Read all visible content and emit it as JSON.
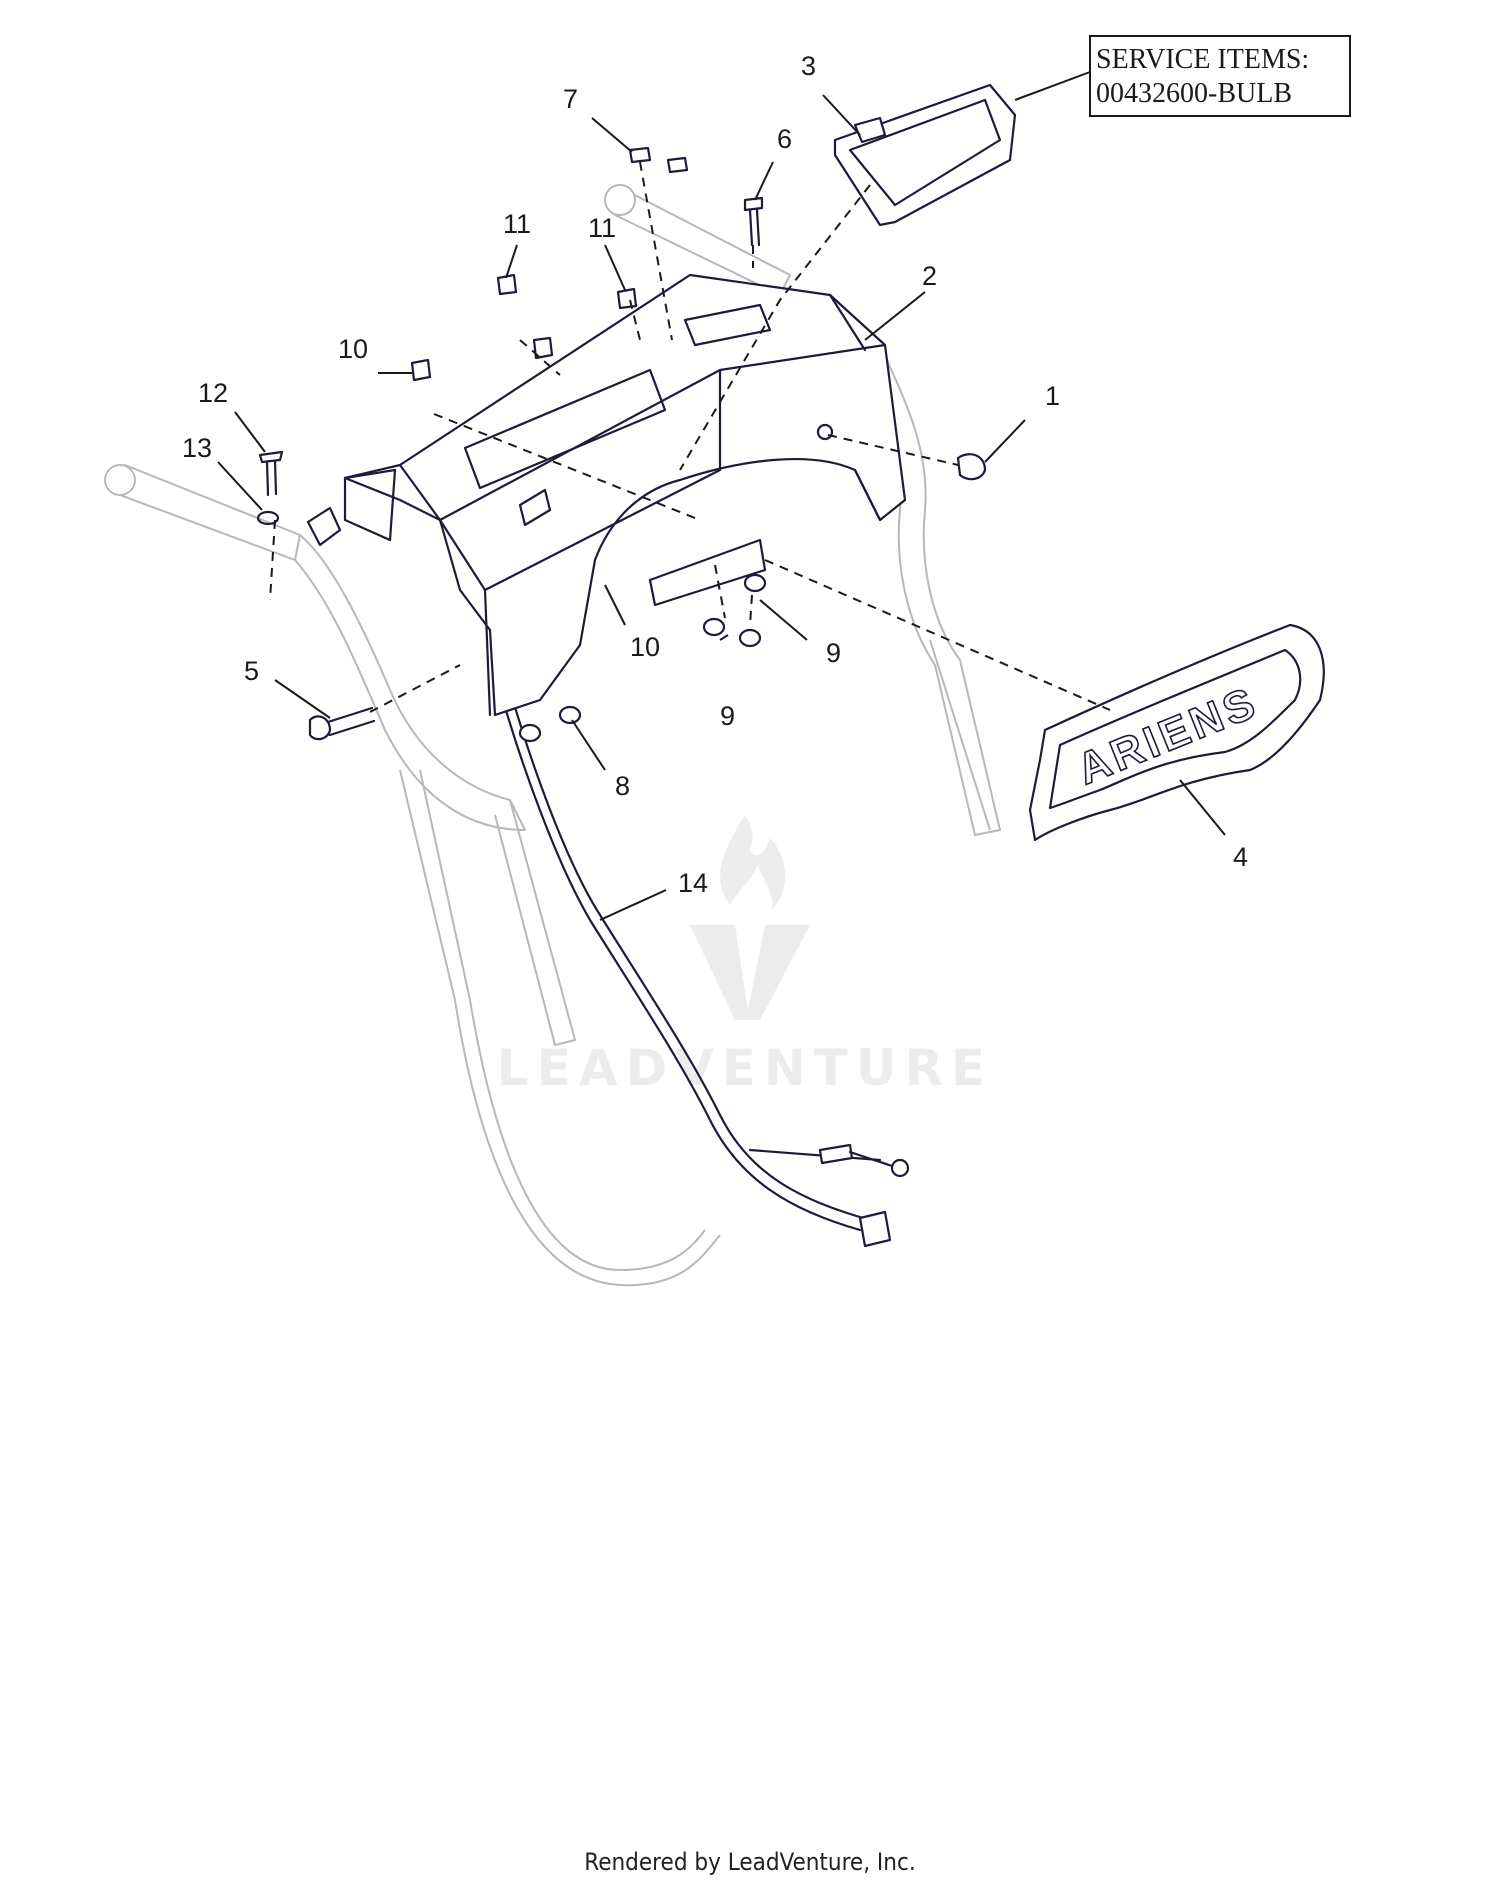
{
  "service_items": {
    "line1": "SERVICE ITEMS:",
    "line2": "00432600-BULB"
  },
  "callouts": [
    {
      "id": "1",
      "label": "1"
    },
    {
      "id": "2",
      "label": "2"
    },
    {
      "id": "3",
      "label": "3"
    },
    {
      "id": "4",
      "label": "4"
    },
    {
      "id": "5",
      "label": "5"
    },
    {
      "id": "6",
      "label": "6"
    },
    {
      "id": "7",
      "label": "7"
    },
    {
      "id": "8",
      "label": "8"
    },
    {
      "id": "9a",
      "label": "9"
    },
    {
      "id": "9b",
      "label": "9"
    },
    {
      "id": "10a",
      "label": "10"
    },
    {
      "id": "10b",
      "label": "10"
    },
    {
      "id": "11a",
      "label": "11"
    },
    {
      "id": "11b",
      "label": "11"
    },
    {
      "id": "12",
      "label": "12"
    },
    {
      "id": "13",
      "label": "13"
    },
    {
      "id": "14",
      "label": "14"
    }
  ],
  "logo_text": "ARIENS",
  "watermark": "LEADVENTURE",
  "footer": "Rendered by LeadVenture, Inc."
}
